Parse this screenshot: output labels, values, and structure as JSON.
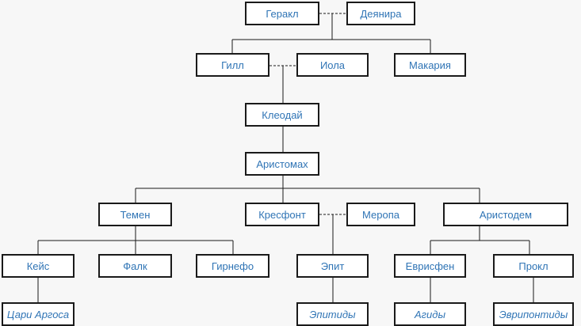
{
  "colors": {
    "text": "#2f74b5",
    "border": "#1a1a1a",
    "line": "#1a1a1a",
    "background": "#f7f7f7"
  },
  "people": {
    "herakles": "Геракл",
    "deianira": "Деянира",
    "hyllus": "Гилл",
    "iole": "Иола",
    "makaria": "Макария",
    "kleodaios": "Клеодай",
    "aristomachus": "Аристомах",
    "temenus": "Темен",
    "cresphontes": "Кресфонт",
    "merope": "Меропа",
    "aristodemus": "Аристодем",
    "keisos": "Кейс",
    "phalces": "Фалк",
    "hyrnetho": "Гирнефо",
    "aepytus": "Эпит",
    "eurysthenes": "Еврисфен",
    "procles": "Прокл"
  },
  "dynasties": {
    "argos": "Цари Аргоса",
    "epytids": "Эпитиды",
    "agiads": "Агиды",
    "eurypontids": "Эврипонтиды"
  }
}
